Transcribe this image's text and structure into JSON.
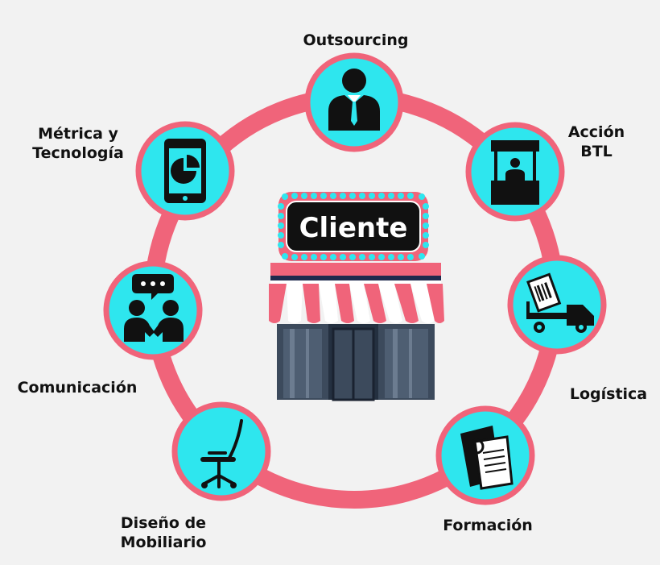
{
  "center": {
    "sign_text": "Cliente"
  },
  "nodes": [
    {
      "id": "outsourcing",
      "lines": [
        "Outsourcing"
      ],
      "icon": "businessman-icon"
    },
    {
      "id": "accion-btl",
      "lines": [
        "Acción",
        "BTL"
      ],
      "icon": "kiosk-promoter-icon"
    },
    {
      "id": "logistica",
      "lines": [
        "Logística"
      ],
      "icon": "delivery-truck-icon"
    },
    {
      "id": "formacion",
      "lines": [
        "Formación"
      ],
      "icon": "book-documents-icon"
    },
    {
      "id": "diseno-mobiliario",
      "lines": [
        "Diseño de",
        "Mobiliario"
      ],
      "icon": "office-chair-icon"
    },
    {
      "id": "comunicacion",
      "lines": [
        "Comunicación"
      ],
      "icon": "people-talking-icon"
    },
    {
      "id": "metrica-tecnologia",
      "lines": [
        "Métrica y",
        "Tecnología"
      ],
      "icon": "tablet-chart-icon"
    }
  ],
  "colors": {
    "ring": "#f0647a",
    "node_fill": "#2ee6ee",
    "icon": "#111111",
    "awning_pink": "#f0647a",
    "awning_navy": "#1f2a4d",
    "storefront": "#3c4a5c",
    "marquee_dots": "#2ee6ee",
    "sign_bg": "#111111",
    "sign_text": "#ffffff"
  }
}
